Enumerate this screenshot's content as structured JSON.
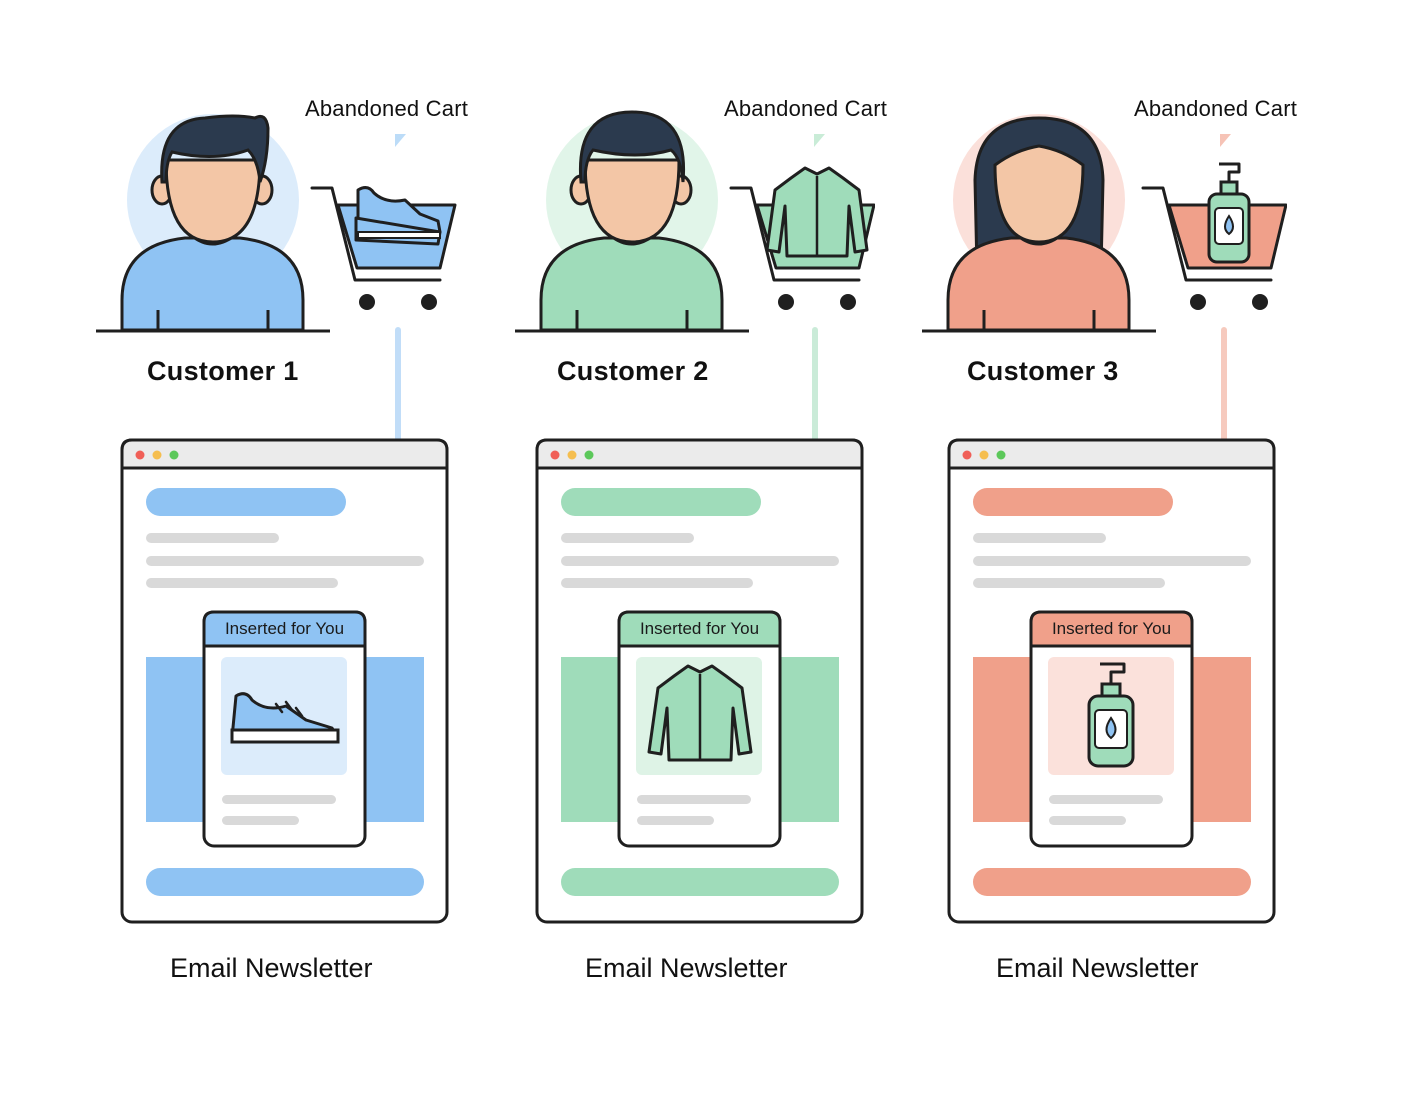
{
  "customers": [
    {
      "name": "Customer 1",
      "cart_label": "Abandoned Cart",
      "product": "sneaker-icon",
      "inserted_label": "Inserted for You",
      "newsletter_label": "Email Newsletter",
      "accent": "#8fc3f3",
      "accent_light": "#dcecfb",
      "halo": "#dcecfb",
      "hair_style": "short"
    },
    {
      "name": "Customer 2",
      "cart_label": "Abandoned Cart",
      "product": "jacket-icon",
      "inserted_label": "Inserted for You",
      "newsletter_label": "Email Newsletter",
      "accent": "#9fdcba",
      "accent_light": "#def3e6",
      "halo": "#e1f5e9",
      "hair_style": "short"
    },
    {
      "name": "Customer 3",
      "cart_label": "Abandoned Cart",
      "product": "soap-bottle-icon",
      "inserted_label": "Inserted for You",
      "newsletter_label": "Email Newsletter",
      "accent": "#f0a08a",
      "accent_light": "#fbe1db",
      "halo": "#fbe0da",
      "hair_style": "long"
    }
  ],
  "colors": {
    "skin": "#f3c6a6",
    "hair": "#2b3a4e",
    "outline": "#1f1f1f",
    "placeholder_line": "#d9d9d9",
    "titlebar": "#ebebeb",
    "dot_red": "#f05f57",
    "dot_yellow": "#f5be4f",
    "dot_green": "#5cc85a"
  }
}
